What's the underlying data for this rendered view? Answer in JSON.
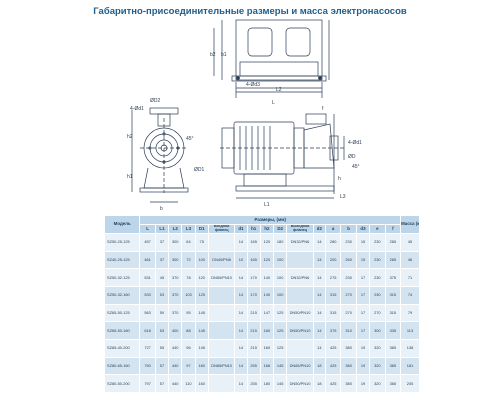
{
  "title": "Габаритно-присоединительные размеры и масса электронасосов",
  "labels": {
    "top_view": {
      "b1": "b1",
      "b2": "b2",
      "hole": "4-Ød3",
      "L2": "L2",
      "L": "L"
    },
    "side_view": {
      "flange_dia": "ØD2",
      "holes": "4-Ød1",
      "b": "b",
      "h2": "h2",
      "h1": "h1",
      "angle": "45°",
      "D1": "ØD1",
      "f": "f",
      "L1": "L1",
      "L3": "L3",
      "h": "h",
      "D": "ØD",
      "angle2": "45°",
      "M": "4-Ød1"
    }
  },
  "table": {
    "header": {
      "model": "Модель",
      "dims_group": "Размеры, (мм)",
      "mass": "Масса (кг)",
      "cols": [
        "L",
        "L1",
        "L2",
        "L3",
        "D1",
        "Входной фланец",
        "d1",
        "h1",
        "h2",
        "D2",
        "Выходной фланец",
        "d2",
        "a",
        "b",
        "d3",
        "e",
        "f"
      ]
    },
    "rows": [
      [
        "SZ50-25-125",
        "457",
        "37",
        "300",
        "64",
        "75",
        "",
        "14",
        "165",
        "120",
        "180",
        "",
        "14",
        "280",
        "230",
        "15",
        "230",
        "265",
        "45"
      ],
      [
        "SZ40-25-125",
        "461",
        "37",
        "300",
        "72",
        "100",
        "DN40/PN6",
        "10",
        "165",
        "120",
        "100",
        "",
        "14",
        "200",
        "260",
        "15",
        "230",
        "265",
        "46"
      ],
      [
        "SZ50-32-125",
        "531",
        "45",
        "370",
        "78",
        "120",
        "",
        "14",
        "170",
        "140",
        "100",
        "DN32/PN6",
        "14",
        "275",
        "230",
        "17",
        "230",
        "375",
        "71"
      ],
      [
        "SZ50-32-160",
        "533",
        "53",
        "370",
        "103",
        "125",
        "",
        "14",
        "170",
        "140",
        "100",
        "",
        "14",
        "315",
        "270",
        "17",
        "230",
        "315",
        "74"
      ],
      [
        "SZ65-50-125",
        "563",
        "50",
        "370",
        "95",
        "145",
        "",
        "14",
        "215",
        "147",
        "125",
        "",
        "14",
        "315",
        "270",
        "17",
        "270",
        "315",
        "79"
      ],
      [
        "SZ65-50-160",
        "618",
        "53",
        "400",
        "88",
        "145",
        "",
        "14",
        "215",
        "160",
        "125",
        "DN50/PN10",
        "14",
        "375",
        "310",
        "17",
        "300",
        "335",
        "113"
      ],
      [
        "SZ65-40-200",
        "727",
        "55",
        "440",
        "96",
        "145",
        "",
        "14",
        "215",
        "160",
        "125",
        "",
        "14",
        "425",
        "380",
        "19",
        "320",
        "365",
        "138"
      ],
      [
        "SZ80-65-160",
        "750",
        "57",
        "440",
        "97",
        "160",
        "DN65/PN10",
        "14",
        "255",
        "166",
        "145",
        "DN65/PN10",
        "18",
        "425",
        "380",
        "19",
        "320",
        "365",
        "181"
      ],
      [
        "SZ80-50-200",
        "797",
        "57",
        "440",
        "110",
        "160",
        "",
        "14",
        "255",
        "180",
        "145",
        "DN50/PN10",
        "18",
        "425",
        "380",
        "19",
        "320",
        "365",
        "205"
      ]
    ],
    "merged": [
      {
        "row": 1,
        "col": 6,
        "text": "DN40/PN6"
      },
      {
        "row": 2,
        "col": 6,
        "text": "DN50/PN10"
      },
      {
        "row": 0,
        "col": 11,
        "text": "DN32/PN6"
      },
      {
        "row": 4,
        "col": 11,
        "text": "DN50/PN10"
      },
      {
        "row": 7,
        "col": 6,
        "text": "DN80/PN10"
      },
      {
        "row": 8,
        "col": 11,
        "text": "DN65/PN10"
      }
    ]
  }
}
